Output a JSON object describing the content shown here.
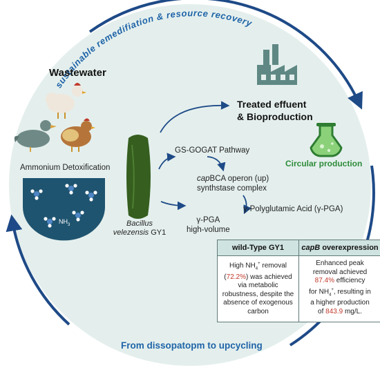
{
  "title_arc": "sustainable remedifiation & resource recovery",
  "bottom_title": "From dissopatopm to upcycling",
  "wastewater": {
    "title": "Wastewater",
    "subtitle": "Ammonium Detoxification",
    "ion_label": "NH",
    "ion_sub": "3"
  },
  "treated": {
    "line1": "Treated effuent",
    "line2": "& Bioproduction"
  },
  "circular": "Circular production",
  "bacterium": {
    "genus": "Bacillus",
    "species": "velezensis",
    "strain": "GY1"
  },
  "pathway": {
    "gs_gogat": "GS-GOGAT Pathway",
    "operon_gene": "cap",
    "operon_rest": "BCA operon (up)",
    "operon_line2": "synthstase complex",
    "pga_line1": "γ-PGA",
    "pga_line2": "high-volume",
    "pga_product": "γ-Polyglutamic Acid (γ-PGA)"
  },
  "table": {
    "col1_header": "wild-Type GY1",
    "col2_header_gene": "capB",
    "col2_header_rest": "overexpression",
    "col1": {
      "l1a": "High NH",
      "l1sup": "4",
      "l1sup2": "+",
      "l1b": " removal",
      "pct": "72.2%",
      "l2": "(",
      "l2b": ") was achieved",
      "l3": "via metabolic",
      "l4": "robustness, despite the",
      "l5": "absence of exogenous",
      "l6": "carbon"
    },
    "col2": {
      "l1": "Enhanced peak",
      "l2": "removal achieved",
      "pct": "87.4%",
      "l3b": " efficiency",
      "l4a": "for NH",
      "l4sup": "4",
      "l4sup2": "+",
      "l4b": ", resulting in",
      "l5": "a higher production",
      "l6a": "of ",
      "amount": "843.9",
      "l6b": " mg/L."
    }
  },
  "colors": {
    "circle_fill": "#e4efed",
    "arrow": "#1e4a87",
    "title_blue": "#1f64a8",
    "bacterium": "#355e1f",
    "pool": "#1f5470",
    "green_text": "#2e8b3a"
  }
}
